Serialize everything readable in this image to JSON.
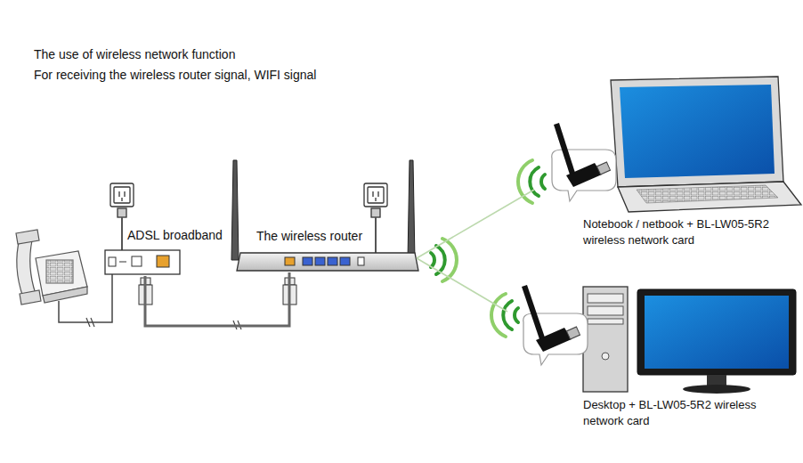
{
  "diagram": {
    "title": "The use of wireless network function",
    "caption": "For receiving the wireless router signal, WIFI signal",
    "nodes": [
      {
        "text": [
          "ADSL broadband"
        ]
      },
      {
        "text": [
          "The wireless router"
        ]
      },
      {
        "text": [
          "Notebook / netbook + BL-LW05-5R2 wireless network card"
        ]
      },
      {
        "text": [
          "Desktop + BL-LW05-5R2 wireless network card"
        ]
      }
    ],
    "edges": [
      {
        "from": 0,
        "to": 1,
        "arrow": "none"
      },
      {
        "from": 1,
        "to": 2,
        "arrow": "none"
      },
      {
        "from": 1,
        "to": 3,
        "arrow": "none"
      }
    ]
  }
}
